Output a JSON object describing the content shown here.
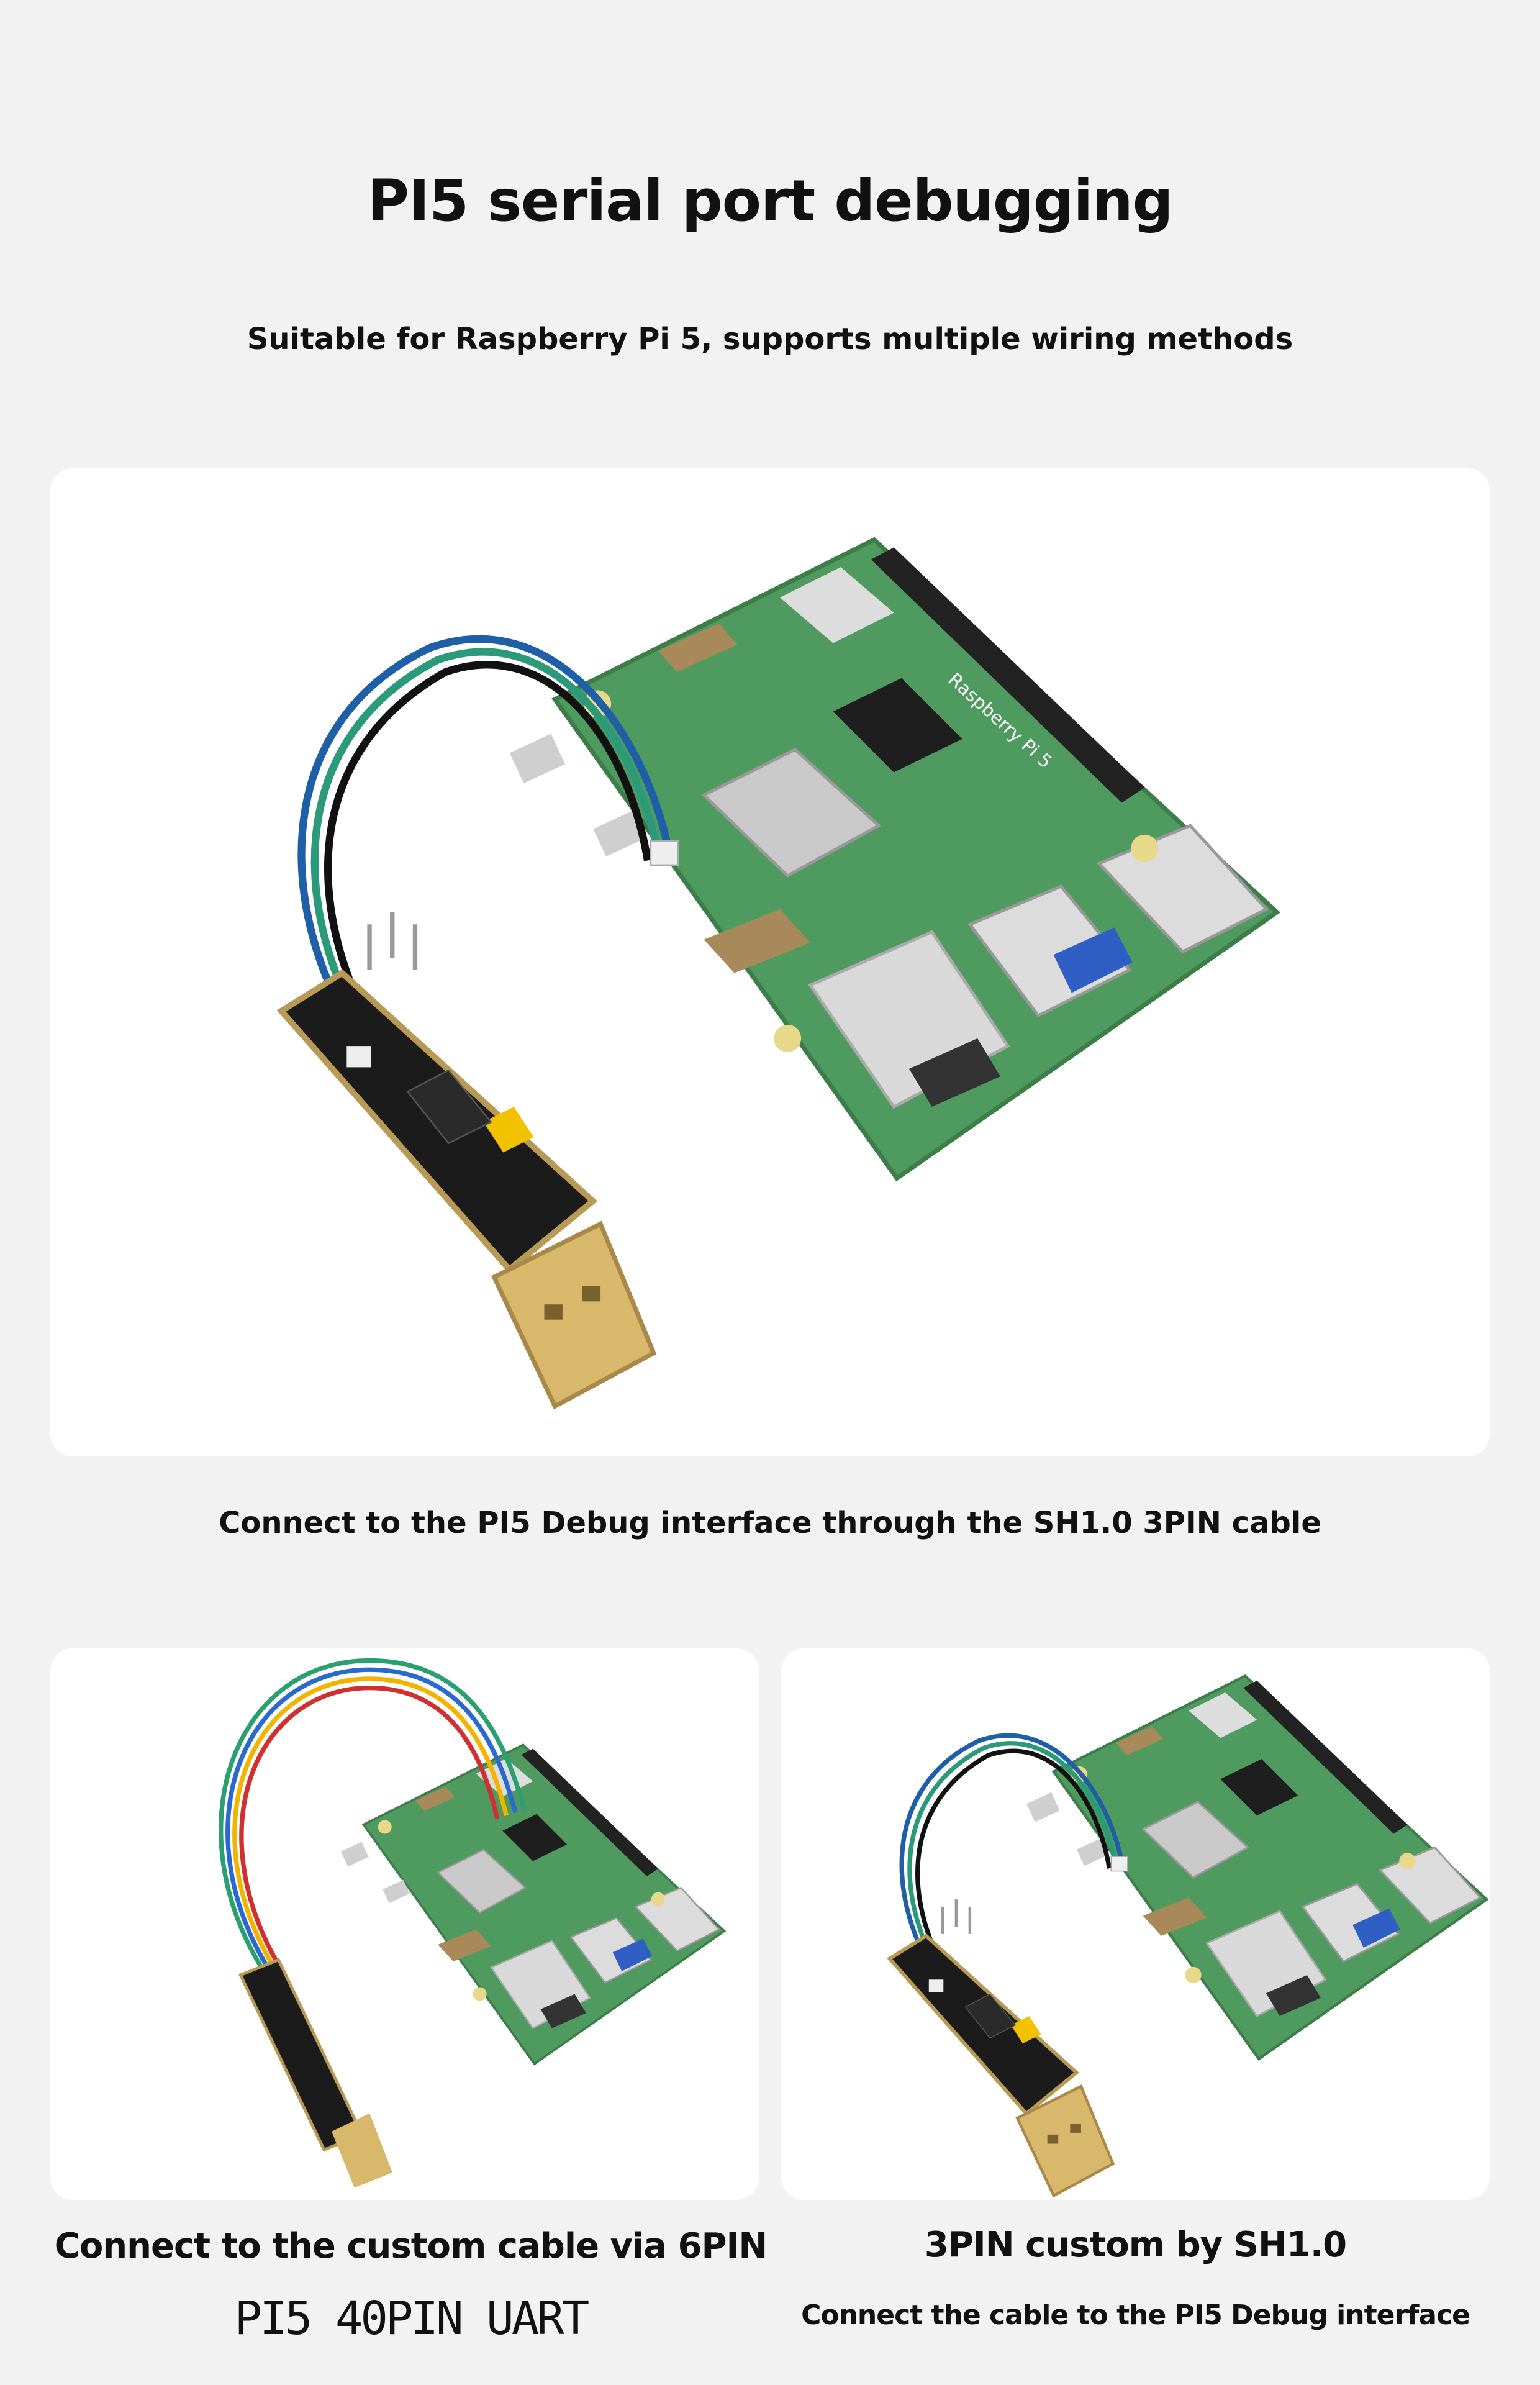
{
  "header": {
    "title": "PI5 serial port debugging",
    "subtitle": "Suitable for Raspberry Pi 5, supports multiple wiring methods"
  },
  "main_image": {
    "caption": "Connect to the PI5 Debug interface through the SH1.0 3PIN cable",
    "board_label": "Raspberry Pi 5"
  },
  "left_image": {
    "caption": "Connect to the custom cable via 6PIN",
    "subcaption": "PI5 40PIN UART"
  },
  "right_image": {
    "caption": "3PIN custom by SH1.0",
    "subcaption": "Connect the cable to the PI5 Debug interface"
  },
  "colors": {
    "background": "#f3f2f3",
    "card": "#ffffff",
    "pcb_green": "#4f9a5e",
    "adapter_black": "#1b1b1b",
    "usb_gold": "#d8b86a"
  }
}
